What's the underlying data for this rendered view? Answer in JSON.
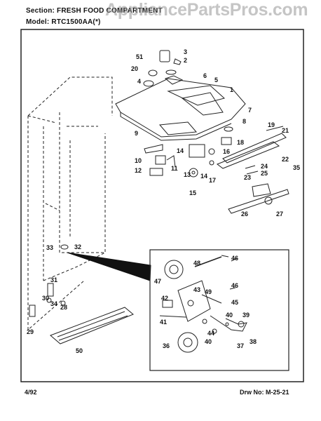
{
  "header": {
    "section": "Section: FRESH FOOD COMPARTMENT",
    "model": "Model: RTC1500AA(*)"
  },
  "watermark": "AppliancePartsPros.com",
  "footer": {
    "date": "4/92",
    "drawing": "Drw No: M-25-21"
  },
  "part_labels": [
    "1",
    "2",
    "3",
    "4",
    "5",
    "6",
    "7",
    "8",
    "9",
    "10",
    "11",
    "12",
    "13",
    "14",
    "14",
    "15",
    "16",
    "17",
    "18",
    "19",
    "20",
    "21",
    "22",
    "23",
    "24",
    "25",
    "26",
    "27",
    "28",
    "29",
    "30",
    "31",
    "32",
    "33",
    "34",
    "35",
    "36",
    "37",
    "38",
    "39",
    "40",
    "40",
    "41",
    "42",
    "43",
    "44",
    "45",
    "46",
    "46",
    "47",
    "48",
    "49",
    "50",
    "51"
  ]
}
